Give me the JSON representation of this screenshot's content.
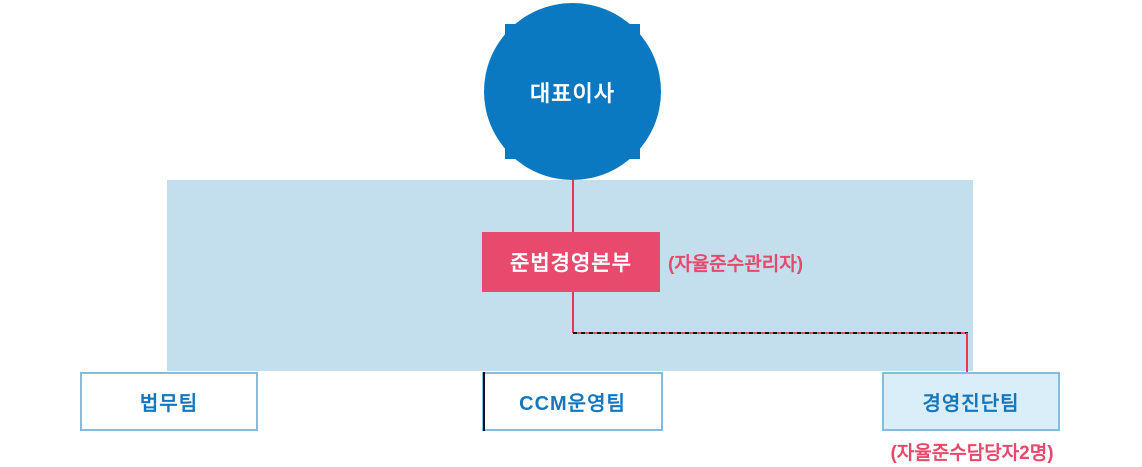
{
  "org_chart": {
    "ceo": {
      "label": "대표이사"
    },
    "compliance_division": {
      "label": "준법경영본부",
      "annotation": "(자율준수관리자)"
    },
    "teams": [
      {
        "id": "legal",
        "label": "법무팀"
      },
      {
        "id": "ccm",
        "label": "CCM운영팀"
      },
      {
        "id": "audit",
        "label": "경영진단팀",
        "annotation": "(자율준수담당자2명)"
      }
    ],
    "colors": {
      "ceo_blue": "#0b79c2",
      "band_blue": "#c3deed",
      "box_border_blue": "#85bcde",
      "team_text_blue": "#1477be",
      "compliance_pink": "#e84a6e",
      "annotation_pink": "#e8486b",
      "connector_red": "#e23a50",
      "dash_dark": "#141420",
      "audit_fill": "#d9eef8"
    }
  }
}
